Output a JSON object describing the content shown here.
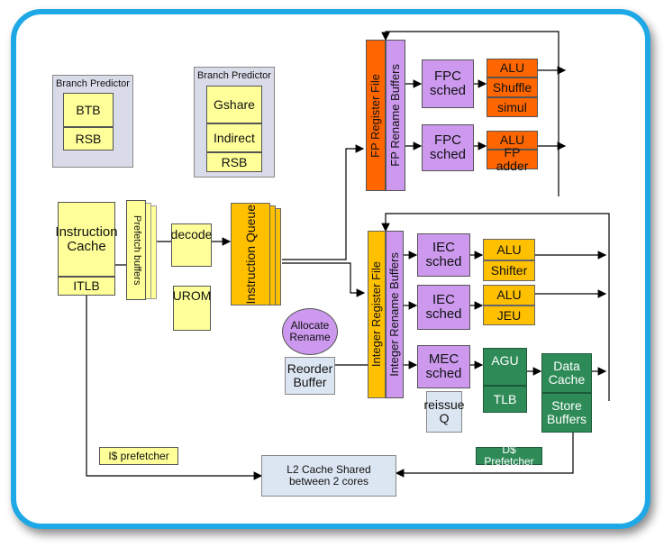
{
  "branch_predictor_1": {
    "title": "Branch Predictor",
    "items": [
      "BTB",
      "RSB"
    ]
  },
  "branch_predictor_2": {
    "title": "Branch Predictor",
    "items": [
      "Gshare",
      "Indirect",
      "RSB"
    ]
  },
  "instruction_cache": {
    "label": "Instruction Cache",
    "itlb": "ITLB"
  },
  "prefetch_buffers": "Prefetch buffers",
  "decode": "decode",
  "urom": "UROM",
  "instruction_queue": "Instruction Queue",
  "allocate_rename": "Allocate Rename",
  "reorder_buffer": "Reorder Buffer",
  "fp_register_file": "FP Register File",
  "fp_rename_buffers": "FP Rename Buffers",
  "int_register_file": "Integer Register File",
  "int_rename_buffers": "Integer Rename Buffers",
  "fpc_sched_1": "FPC sched",
  "fpc_sched_2": "FPC sched",
  "fp_units_1": [
    "ALU",
    "Shuffle",
    "simul"
  ],
  "fp_units_2": [
    "ALU",
    "FP adder"
  ],
  "iec_sched_1": "IEC sched",
  "iec_sched_2": "IEC sched",
  "int_units_1": [
    "ALU",
    "Shifter"
  ],
  "int_units_2": [
    "ALU",
    "JEU"
  ],
  "mec_sched": "MEC sched",
  "reissue_q": "reissue Q",
  "agu": "AGU",
  "tlb": "TLB",
  "data_cache": "Data Cache",
  "store_buffers": "Store Buffers",
  "i_prefetcher": "I$ prefetcher",
  "d_prefetcher": "D$ Prefetcher",
  "l2_cache": "L2 Cache Shared between 2 cores",
  "colors": {
    "frame": "#1ea8e6",
    "yellow": "#ffff99",
    "orange": "#ffc000",
    "purple": "#cc99ee",
    "red": "#ff6600",
    "green": "#2e8b57"
  }
}
